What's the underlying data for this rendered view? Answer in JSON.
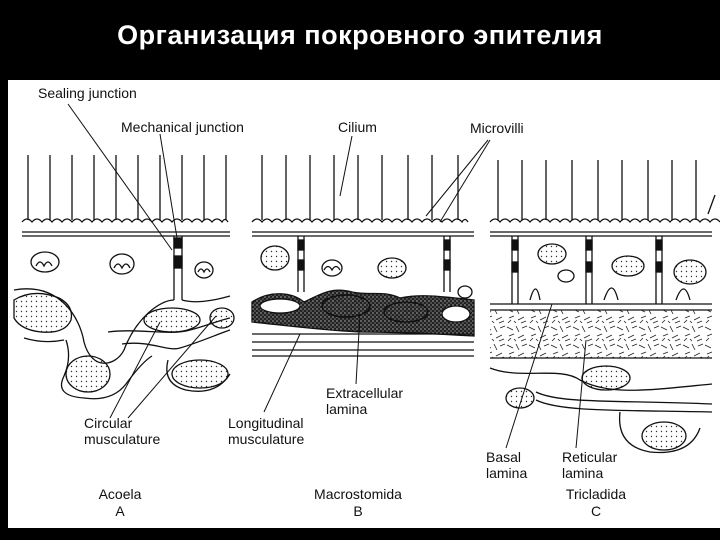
{
  "slide": {
    "title": "Организация покровного эпителия"
  },
  "labels": {
    "sealing_junction": "Sealing junction",
    "mechanical_junction": "Mechanical junction",
    "cilium": "Cilium",
    "microvilli": "Microvilli",
    "extracellular_lamina_1": "Extracellular",
    "extracellular_lamina_2": "lamina",
    "circular_musculature_1": "Circular",
    "circular_musculature_2": "musculature",
    "longitudinal_musculature_1": "Longitudinal",
    "longitudinal_musculature_2": "musculature",
    "basal_lamina_1": "Basal",
    "basal_lamina_2": "lamina",
    "reticular_lamina_1": "Reticular",
    "reticular_lamina_2": "lamina"
  },
  "panels": [
    {
      "name": "Acoela",
      "letter": "A"
    },
    {
      "name": "Macrostomida",
      "letter": "B"
    },
    {
      "name": "Tricladida",
      "letter": "C"
    }
  ],
  "colors": {
    "background": "#000000",
    "title": "#ffffff",
    "ink": "#111111",
    "paper": "#ffffff"
  }
}
